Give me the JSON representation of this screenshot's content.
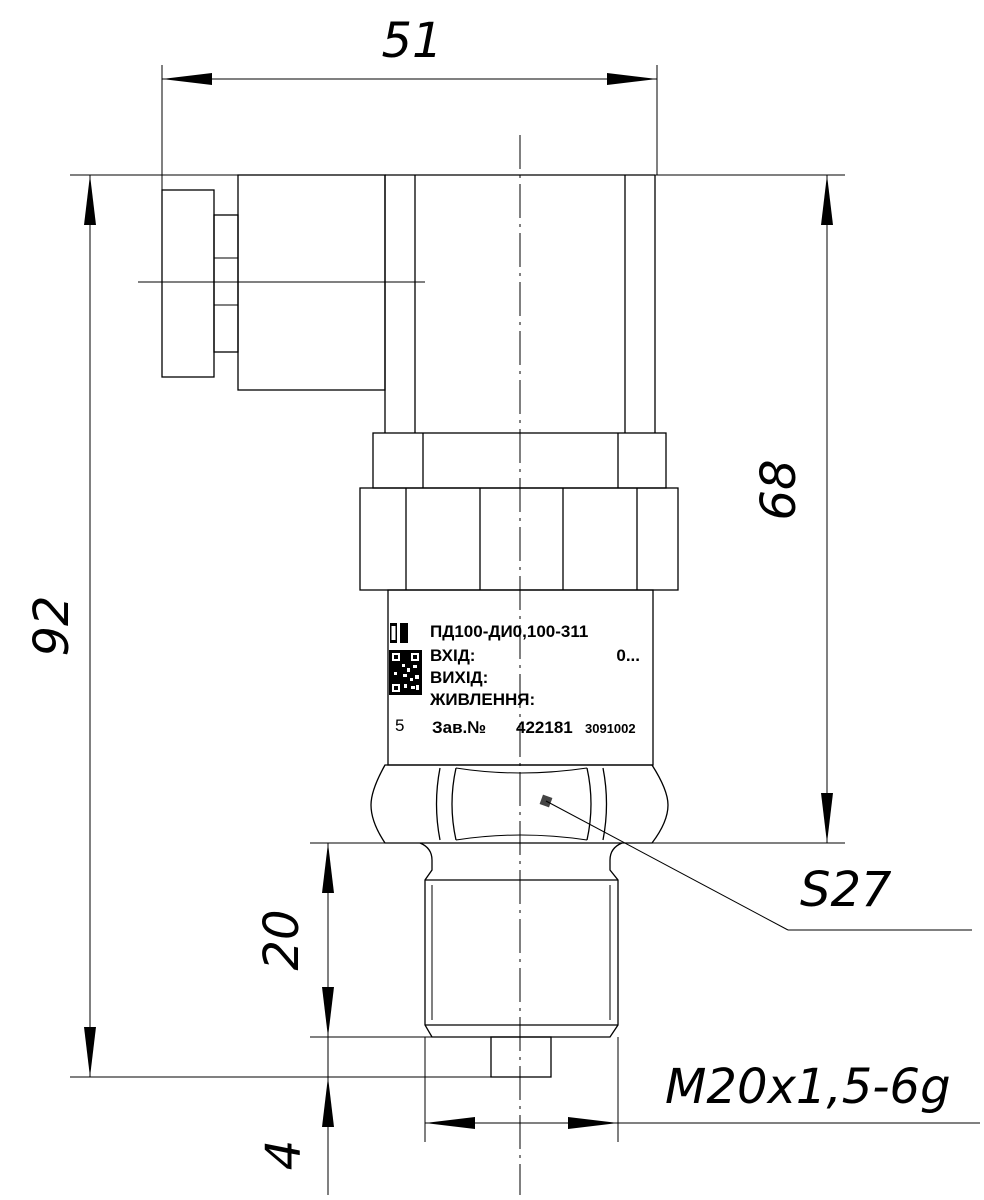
{
  "dimensions": {
    "width_total": "51",
    "height_total": "92",
    "height_body": "68",
    "thread_length": "20",
    "tip_length": "4",
    "hex_size": "S27",
    "thread_spec": "M20x1,5-6g"
  },
  "nameplate": {
    "model": "ПД100-ДИ0,100-311",
    "input_label": "ВХІД:",
    "input_value": "0...",
    "output_label": "ВИХІД:",
    "power_label": "ЖИВЛЕННЯ:",
    "left_digit": "5",
    "serial_label": "Зав.№",
    "serial_main": "422181",
    "serial_small": "3091002"
  },
  "icons": {
    "logo": "manufacturer-logo-icon",
    "qr": "qr-code-icon"
  }
}
